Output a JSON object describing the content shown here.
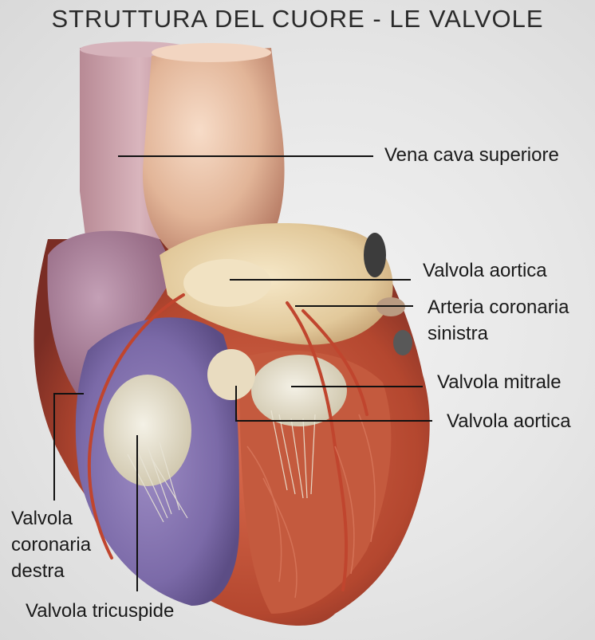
{
  "title": "STRUTTURA DEL CUORE - LE VALVOLE",
  "labels": {
    "vena_cava": "Vena cava superiore",
    "valvola_aortica_top": "Valvola aortica",
    "arteria_coronaria_line1": "Arteria coronaria",
    "arteria_coronaria_line2": "sinistra",
    "valvola_mitrale": "Valvola mitrale",
    "valvola_aortica_bottom": "Valvola aortica",
    "valvola_coronaria_line1": "Valvola",
    "valvola_coronaria_line2": "coronaria",
    "valvola_coronaria_line3": "destra",
    "valvola_tricuspide": "Valvola tricuspide"
  }
}
